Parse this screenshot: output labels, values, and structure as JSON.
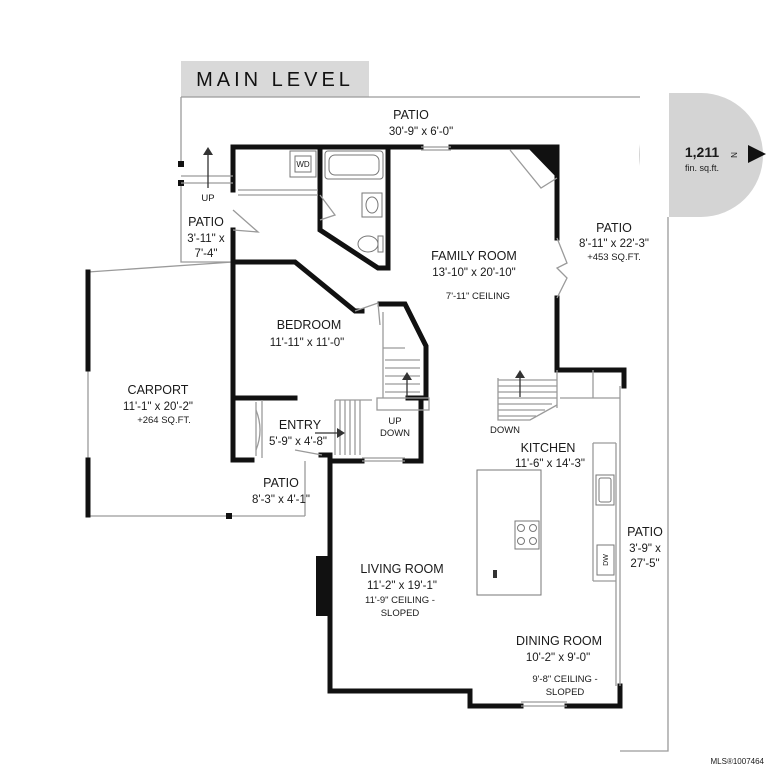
{
  "header": {
    "title": "MAIN LEVEL"
  },
  "compass": {
    "area_value": "1,211",
    "area_unit": "fin. sq.ft.",
    "north": "N"
  },
  "rooms": {
    "patio_top": {
      "name": "PATIO",
      "dims": "30'-9\" x 6'-0\""
    },
    "patio_left": {
      "name": "PATIO",
      "dims_line1": "3'-11\" x",
      "dims_line2": "7'-4\""
    },
    "patio_right": {
      "name": "PATIO",
      "dims": "8'-11\" x 22'-3\"",
      "extra": "+453 SQ.FT."
    },
    "family_room": {
      "name": "FAMILY ROOM",
      "dims": "13'-10\" x 20'-10\"",
      "ceiling": "7'-11\" CEILING"
    },
    "bedroom": {
      "name": "BEDROOM",
      "dims": "11'-11\" x 11'-0\""
    },
    "carport": {
      "name": "CARPORT",
      "dims": "11'-1\" x 20'-2\"",
      "extra": "+264 SQ.FT."
    },
    "entry": {
      "name": "ENTRY",
      "dims": "5'-9\" x 4'-8\""
    },
    "patio_bottom": {
      "name": "PATIO",
      "dims": "8'-3\" x 4'-1\""
    },
    "kitchen": {
      "name": "KITCHEN",
      "dims": "11'-6\" x 14'-3\""
    },
    "patio_kitchen": {
      "name": "PATIO",
      "dims_line1": "3'-9\" x",
      "dims_line2": "27'-5\""
    },
    "living_room": {
      "name": "LIVING ROOM",
      "dims": "11'-2\" x 19'-1\"",
      "ceiling_line1": "11'-9\" CEILING -",
      "ceiling_line2": "SLOPED"
    },
    "dining_room": {
      "name": "DINING ROOM",
      "dims": "10'-2\" x 9'-0\"",
      "ceiling_line1": "9'-8\" CEILING -",
      "ceiling_line2": "SLOPED"
    }
  },
  "stairs": {
    "up_left": "UP",
    "up_center": "UP",
    "down_center": "DOWN",
    "down_right": "DOWN"
  },
  "fixtures": {
    "washer_dryer": "WD",
    "dishwasher": "DW"
  },
  "footer": {
    "mls": "MLS®1007464"
  }
}
